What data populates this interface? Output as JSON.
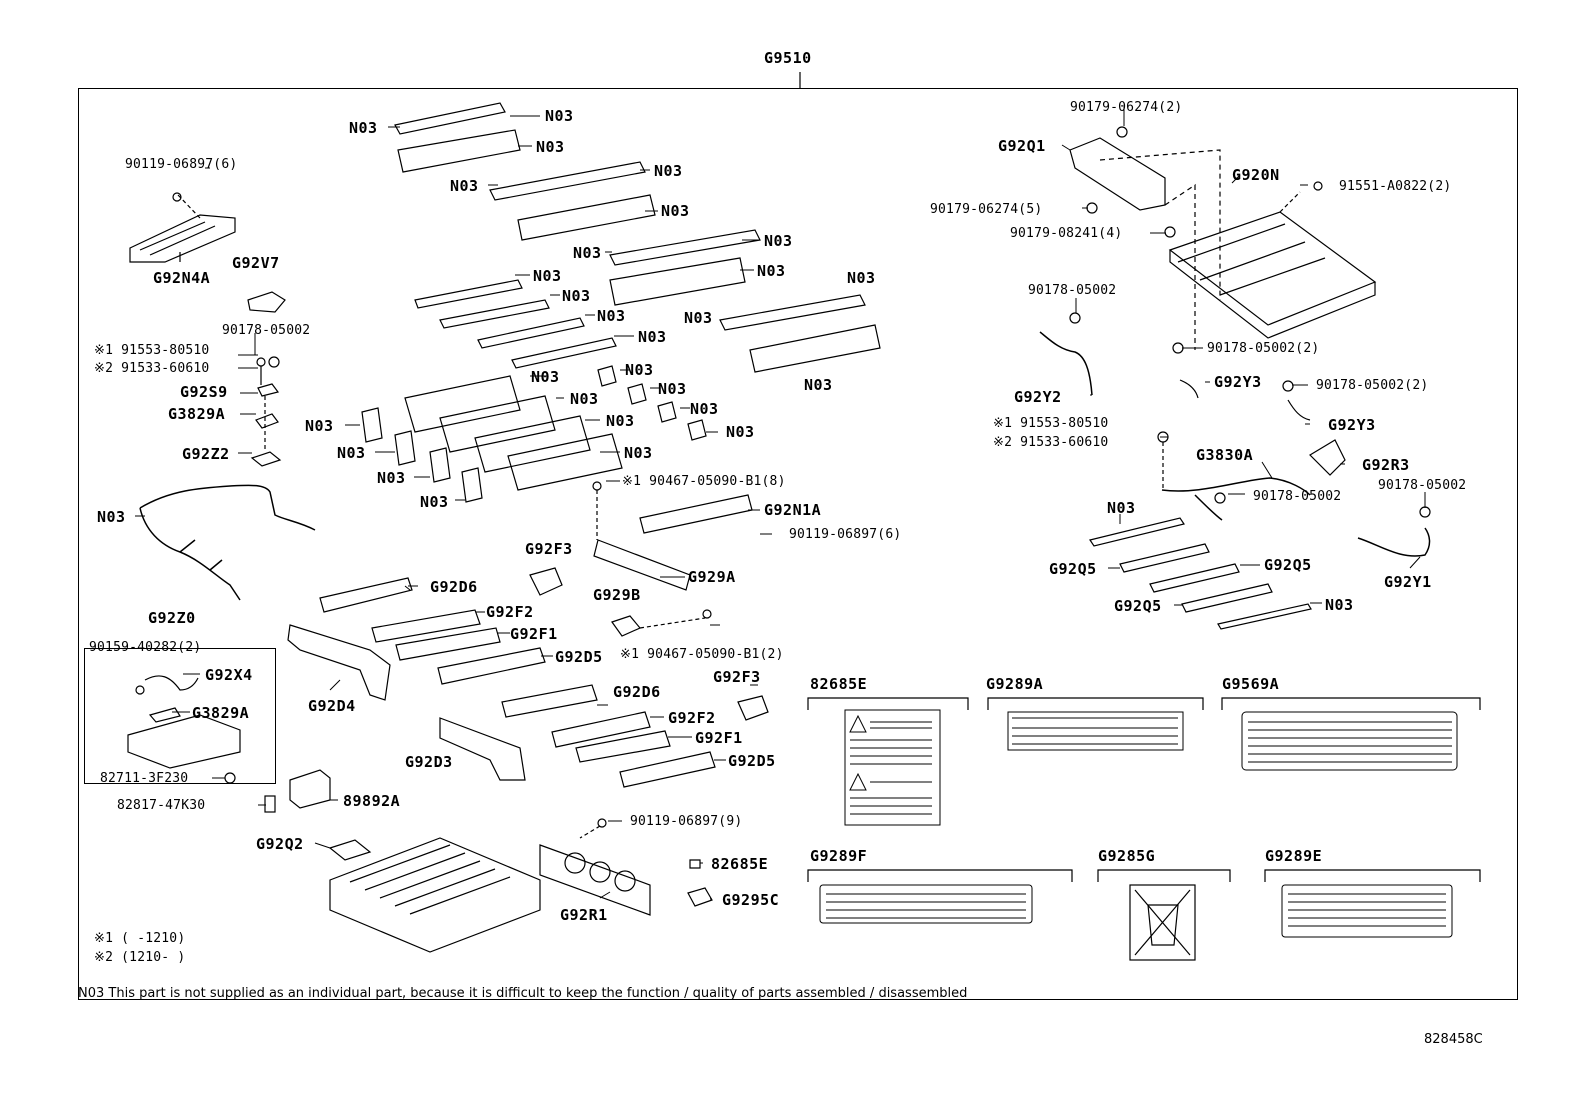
{
  "diagram": {
    "assembly": "G9510",
    "drawing_code": "828458C",
    "footnote": "N03 This part is not supplied as an individual part, because it is difficult to keep the function / quality of parts assembled / disassembled",
    "legend": {
      "r1": "※1 (     -1210)",
      "r2": "※2 (1210-     )"
    },
    "labels": {
      "p01": "90119-06897(6)",
      "p02": "G92N4A",
      "p03": "G92V7",
      "p04": "90178-05002",
      "p05": "※1 91553-80510",
      "p06": "※2 91533-60610",
      "p07": "G92S9",
      "p08": "G3829A",
      "p09": "G92Z2",
      "p10": "N03",
      "p11": "N03",
      "p12": "N03",
      "p13": "N03",
      "p14": "N03",
      "p15": "G92Z0",
      "p16": "90159-40282(2)",
      "p17": "G92X4",
      "p18": "G3829A",
      "p19": "82711-3F230",
      "p20": "82817-47K30",
      "p21": "89892A",
      "p22": "G92Q2",
      "p23": "G92D4",
      "p24": "G92D6",
      "p25": "G92F2",
      "p26": "G92F1",
      "p27": "G92D5",
      "p28": "G92F3",
      "p29": "G929B",
      "p30": "※1 90467-05090-B1(2)",
      "p31": "G929A",
      "p32": "G92D3",
      "p33": "G92D6",
      "p34": "G92F3",
      "p35": "G92F2",
      "p36": "G92F1",
      "p37": "G92D5",
      "p38": "90119-06897(9)",
      "p39": "82685E",
      "p40": "G9295C",
      "p41": "G92R1",
      "p42": "※1 90467-05090-B1(8)",
      "p43": "G92N1A",
      "p44": "90119-06897(6)",
      "p45": "N03",
      "p46": "N03",
      "p47": "N03",
      "p48": "N03",
      "p49": "N03",
      "p50": "N03",
      "p51": "N03",
      "p52": "N03",
      "p53": "N03",
      "p54": "N03",
      "p55": "N03",
      "p56": "N03",
      "p57": "N03",
      "p58": "N03",
      "p59": "N03",
      "p60": "N03",
      "p61": "N03",
      "p62": "N03",
      "p63": "N03",
      "p64": "N03",
      "p65": "N03",
      "p66": "N03",
      "p67": "N03",
      "p68": "N03",
      "p69": "N03",
      "p70": "N03",
      "p71": "90179-06274(2)",
      "p72": "G92Q1",
      "p73": "G920N",
      "p74": "91551-A0822(2)",
      "p75": "90179-06274(5)",
      "p76": "90179-08241(4)",
      "p77": "90178-05002",
      "p78": "G92Y2",
      "p79": "90178-05002(2)",
      "p80": "G92Y3",
      "p81": "90178-05002(2)",
      "p82": "G92Y3",
      "p83": "※1 91553-80510",
      "p84": "※2 91533-60610",
      "p85": "G3830A",
      "p86": "G92R3",
      "p87": "90178-05002",
      "p88": "90178-05002",
      "p89": "G92Y1",
      "p90": "N03",
      "p91": "G92Q5",
      "p92": "G92Q5",
      "p93": "G92Q5",
      "p94": "N03",
      "p95": "82685E",
      "p96": "G9289A",
      "p97": "G9569A",
      "p98": "G9289F",
      "p99": "G9285G",
      "p100": "G9289E"
    }
  }
}
